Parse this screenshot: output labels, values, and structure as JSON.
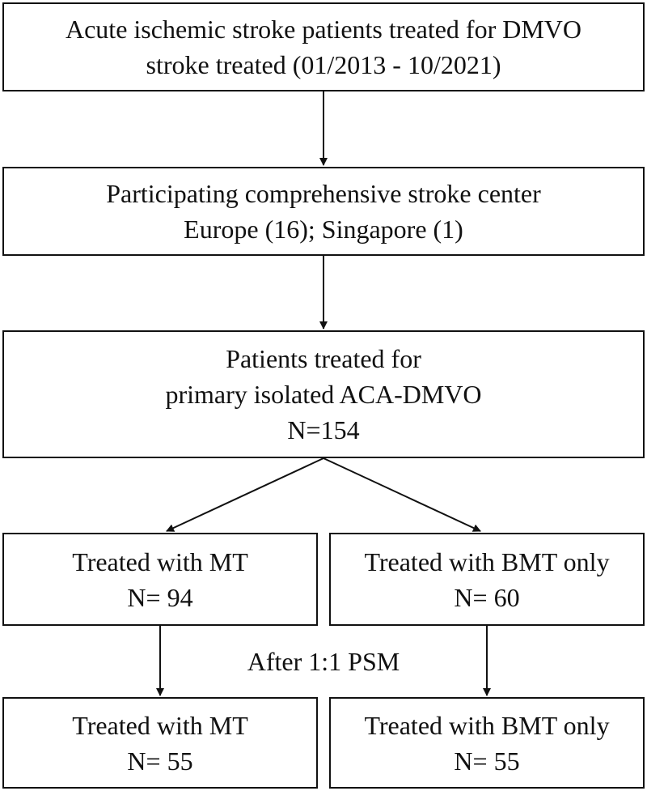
{
  "flowchart": {
    "box1": {
      "line1": "Acute ischemic stroke patients treated for DMVO",
      "line2": "stroke treated (01/2013 - 10/2021)"
    },
    "box2": {
      "line1": "Participating comprehensive stroke center",
      "line2": "Europe (16); Singapore (1)"
    },
    "box3": {
      "line1": "Patients treated for",
      "line2": "primary isolated ACA-DMVO",
      "line3": "N=154"
    },
    "mt_initial": {
      "label": "Treated with MT",
      "count": "N= 94"
    },
    "bmt_initial": {
      "label": "Treated with BMT only",
      "count": "N= 60"
    },
    "matching_label": "After 1:1 PSM",
    "mt_matched": {
      "label": "Treated with MT",
      "count": "N= 55"
    },
    "bmt_matched": {
      "label": "Treated with BMT only",
      "count": "N= 55"
    }
  }
}
